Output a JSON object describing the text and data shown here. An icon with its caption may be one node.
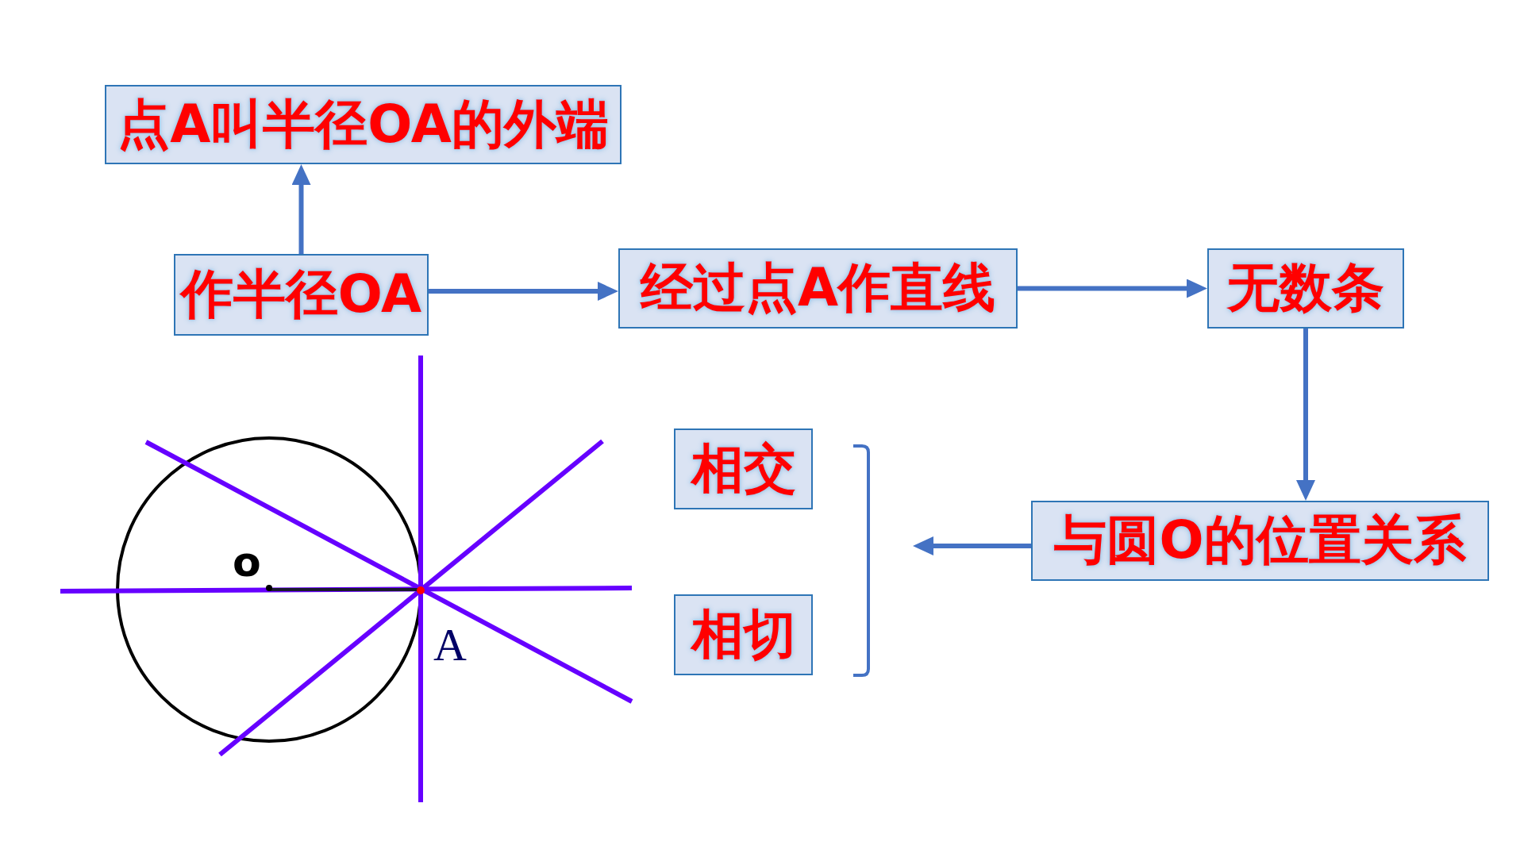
{
  "diagram": {
    "nodes": [
      {
        "text": [
          "点A叫半径OA的外端"
        ]
      },
      {
        "text": [
          "作半径OA"
        ]
      },
      {
        "text": [
          "经过点A作直线"
        ]
      },
      {
        "text": [
          "无数条"
        ]
      },
      {
        "text": [
          "相交"
        ]
      },
      {
        "text": [
          "与圆O的位置关系"
        ]
      },
      {
        "text": [
          "相切"
        ]
      }
    ],
    "edges": [
      {
        "from": 1,
        "to": 0,
        "arrow": "to"
      },
      {
        "from": 1,
        "to": 2,
        "arrow": "to"
      },
      {
        "from": 2,
        "to": 3,
        "arrow": "to"
      },
      {
        "from": 3,
        "to": 5,
        "arrow": "to"
      },
      {
        "from": 5,
        "to": null,
        "arrow": "to"
      }
    ],
    "labels": [
      "o",
      "A"
    ]
  }
}
